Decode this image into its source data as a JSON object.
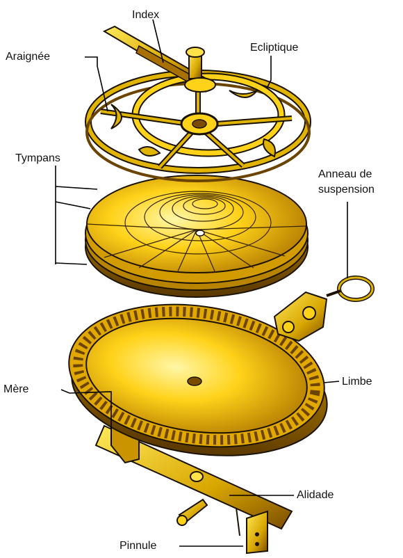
{
  "labels": {
    "index": "Index",
    "araignee": "Araignée",
    "ecliptique": "Ecliptique",
    "tympans": "Tympans",
    "anneau_line1": "Anneau de",
    "anneau_line2": "suspension",
    "mere": "Mère",
    "limbe": "Limbe",
    "alidade": "Alidade",
    "pinnule": "Pinnule"
  },
  "colors": {
    "brass": "#e0b400",
    "brass_light": "#ffe24a",
    "brass_dark": "#8a5a00",
    "outline": "#1a1200",
    "leader": "#000000"
  }
}
